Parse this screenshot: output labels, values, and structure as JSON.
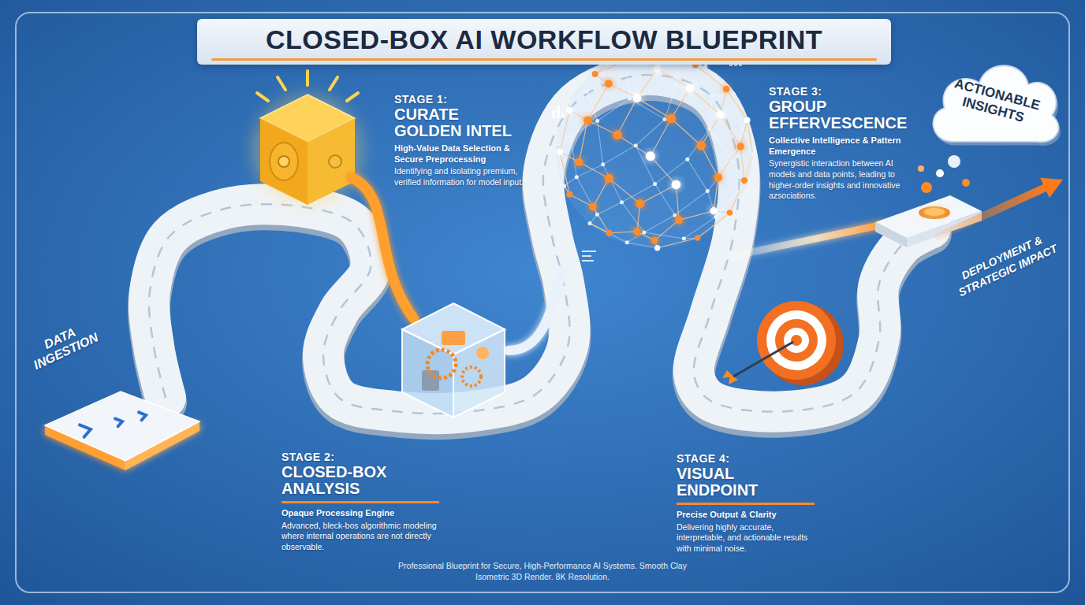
{
  "diagram": {
    "title": "CLOSED-BOX AI WORKFLOW BLUEPRINT",
    "caption": "Professional Blueprint for Secure, High-Performance AI Systems. Smooth Clay Isometric 3D Render. 8K Resolution.",
    "nodes": [
      {
        "text": [
          "DATA INGESTION"
        ]
      },
      {
        "text": [
          "ACTIONABLE INSIGHTS"
        ]
      }
    ],
    "labels": [
      "STAGE 1:",
      "CURATE GOLDEN INTEL",
      "High-Value Data Selection & Secure Preprocessing",
      "Identifying and isolating premium, verified information for model input.",
      "STAGE 2:",
      "CLOSED-BOX ANALYSIS",
      "Opaque Processing Engine",
      "Advanced, bleck-bos algorithmic modeling where internal operations are not directly observable.",
      "STAGE 3:",
      "GROUP EFFERVESCENCE",
      "Collective Intelligence & Pattern Emergence",
      "Synergistic interaction between AI models and data points, leading to higher-order insights and innovative azsociations.",
      "STAGE 4:",
      "VISUAL ENDPOINT",
      "Precise Output & Clarity",
      "Delivering highly accurate, interpretable, and actionable results with minimal noise.",
      "DEPLOYMENT & STRATEGIC IMPACT"
    ]
  }
}
